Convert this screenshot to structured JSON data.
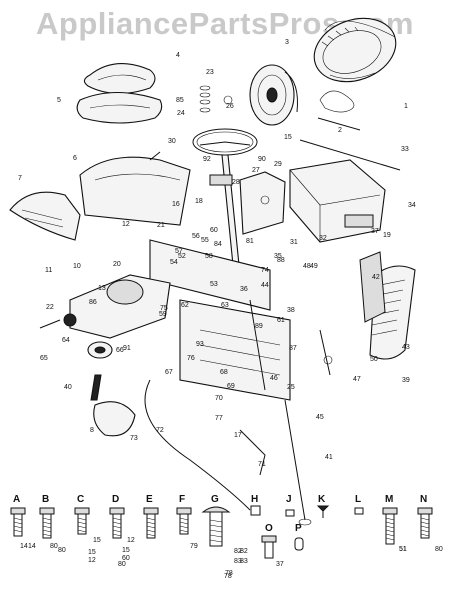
{
  "watermark": "AppliancePartsPros.com",
  "callouts": [
    {
      "id": "c1",
      "text": "1"
    },
    {
      "id": "c2",
      "text": "2"
    },
    {
      "id": "c3",
      "text": "3"
    },
    {
      "id": "c4",
      "text": "4"
    },
    {
      "id": "c5",
      "text": "5"
    },
    {
      "id": "c6",
      "text": "6"
    },
    {
      "id": "c7",
      "text": "7"
    },
    {
      "id": "c8",
      "text": "8"
    },
    {
      "id": "c10",
      "text": "10"
    },
    {
      "id": "c11",
      "text": "11"
    },
    {
      "id": "c12",
      "text": "12"
    },
    {
      "id": "c13",
      "text": "13"
    },
    {
      "id": "c14",
      "text": "14"
    },
    {
      "id": "c15",
      "text": "15"
    },
    {
      "id": "c16",
      "text": "16"
    },
    {
      "id": "c17",
      "text": "17"
    },
    {
      "id": "c18",
      "text": "18"
    },
    {
      "id": "c19",
      "text": "19"
    },
    {
      "id": "c20",
      "text": "20"
    },
    {
      "id": "c21",
      "text": "21"
    },
    {
      "id": "c22",
      "text": "22"
    },
    {
      "id": "c23",
      "text": "23"
    },
    {
      "id": "c24",
      "text": "24"
    },
    {
      "id": "c25",
      "text": "25"
    },
    {
      "id": "c26",
      "text": "26"
    },
    {
      "id": "c27",
      "text": "27"
    },
    {
      "id": "c28",
      "text": "28"
    },
    {
      "id": "c29",
      "text": "29"
    },
    {
      "id": "c30",
      "text": "30"
    },
    {
      "id": "c31",
      "text": "31"
    },
    {
      "id": "c32",
      "text": "32"
    },
    {
      "id": "c33",
      "text": "33"
    },
    {
      "id": "c34",
      "text": "34"
    },
    {
      "id": "c35",
      "text": "35"
    },
    {
      "id": "c36",
      "text": "36"
    },
    {
      "id": "c37",
      "text": "37"
    },
    {
      "id": "c38",
      "text": "38"
    },
    {
      "id": "c39",
      "text": "39"
    },
    {
      "id": "c40",
      "text": "40"
    },
    {
      "id": "c41",
      "text": "41"
    },
    {
      "id": "c42",
      "text": "42"
    },
    {
      "id": "c43",
      "text": "43"
    },
    {
      "id": "c44",
      "text": "44"
    },
    {
      "id": "c45",
      "text": "45"
    },
    {
      "id": "c46",
      "text": "46"
    },
    {
      "id": "c47",
      "text": "47"
    },
    {
      "id": "c48",
      "text": "48"
    },
    {
      "id": "c49",
      "text": "49"
    },
    {
      "id": "c50",
      "text": "50"
    },
    {
      "id": "c51",
      "text": "51"
    },
    {
      "id": "c52",
      "text": "52"
    },
    {
      "id": "c53",
      "text": "53"
    },
    {
      "id": "c54",
      "text": "54"
    },
    {
      "id": "c55",
      "text": "55"
    },
    {
      "id": "c56",
      "text": "56"
    },
    {
      "id": "c57",
      "text": "57"
    },
    {
      "id": "c58",
      "text": "58"
    },
    {
      "id": "c59",
      "text": "59"
    },
    {
      "id": "c60",
      "text": "60"
    },
    {
      "id": "c61",
      "text": "61"
    },
    {
      "id": "c62",
      "text": "62"
    },
    {
      "id": "c63",
      "text": "63"
    },
    {
      "id": "c64",
      "text": "64"
    },
    {
      "id": "c65",
      "text": "65"
    },
    {
      "id": "c66",
      "text": "66"
    },
    {
      "id": "c67",
      "text": "67"
    },
    {
      "id": "c68",
      "text": "68"
    },
    {
      "id": "c69",
      "text": "69"
    },
    {
      "id": "c70",
      "text": "70"
    },
    {
      "id": "c71",
      "text": "71"
    },
    {
      "id": "c72",
      "text": "72"
    },
    {
      "id": "c73",
      "text": "73"
    },
    {
      "id": "c74",
      "text": "74"
    },
    {
      "id": "c75",
      "text": "75"
    },
    {
      "id": "c76",
      "text": "76"
    },
    {
      "id": "c77",
      "text": "77"
    },
    {
      "id": "c78",
      "text": "78"
    },
    {
      "id": "c80",
      "text": "80"
    },
    {
      "id": "c81",
      "text": "81"
    },
    {
      "id": "c82",
      "text": "82"
    },
    {
      "id": "c83",
      "text": "83"
    },
    {
      "id": "c84",
      "text": "84"
    },
    {
      "id": "c85",
      "text": "85"
    },
    {
      "id": "c86",
      "text": "86"
    },
    {
      "id": "c87",
      "text": "87"
    },
    {
      "id": "c88",
      "text": "88"
    },
    {
      "id": "c89",
      "text": "89"
    },
    {
      "id": "c90",
      "text": "90"
    },
    {
      "id": "c91",
      "text": "91"
    },
    {
      "id": "c92",
      "text": "92"
    },
    {
      "id": "c93",
      "text": "93"
    }
  ],
  "letters": [
    "A",
    "B",
    "C",
    "D",
    "E",
    "F",
    "G",
    "H",
    "J",
    "K",
    "L",
    "M",
    "N",
    "O",
    "P"
  ],
  "hardware_row": [
    {
      "letter": "A",
      "sub": "14"
    },
    {
      "letter": "B",
      "sub": "80"
    },
    {
      "letter": "C",
      "sub": "15"
    },
    {
      "letter": "D",
      "sub": "12"
    },
    {
      "letter": "E",
      "sub": ""
    },
    {
      "letter": "F",
      "sub": "79"
    },
    {
      "letter": "G",
      "sub": "82"
    },
    {
      "letter": "H",
      "sub": ""
    },
    {
      "letter": "J",
      "sub": ""
    },
    {
      "letter": "K",
      "sub": ""
    },
    {
      "letter": "L",
      "sub": ""
    },
    {
      "letter": "M",
      "sub": "51"
    },
    {
      "letter": "N",
      "sub": "80"
    }
  ],
  "hardware_subs": [
    "15",
    "12",
    "15",
    "80",
    "78",
    "83",
    "37",
    "60"
  ]
}
